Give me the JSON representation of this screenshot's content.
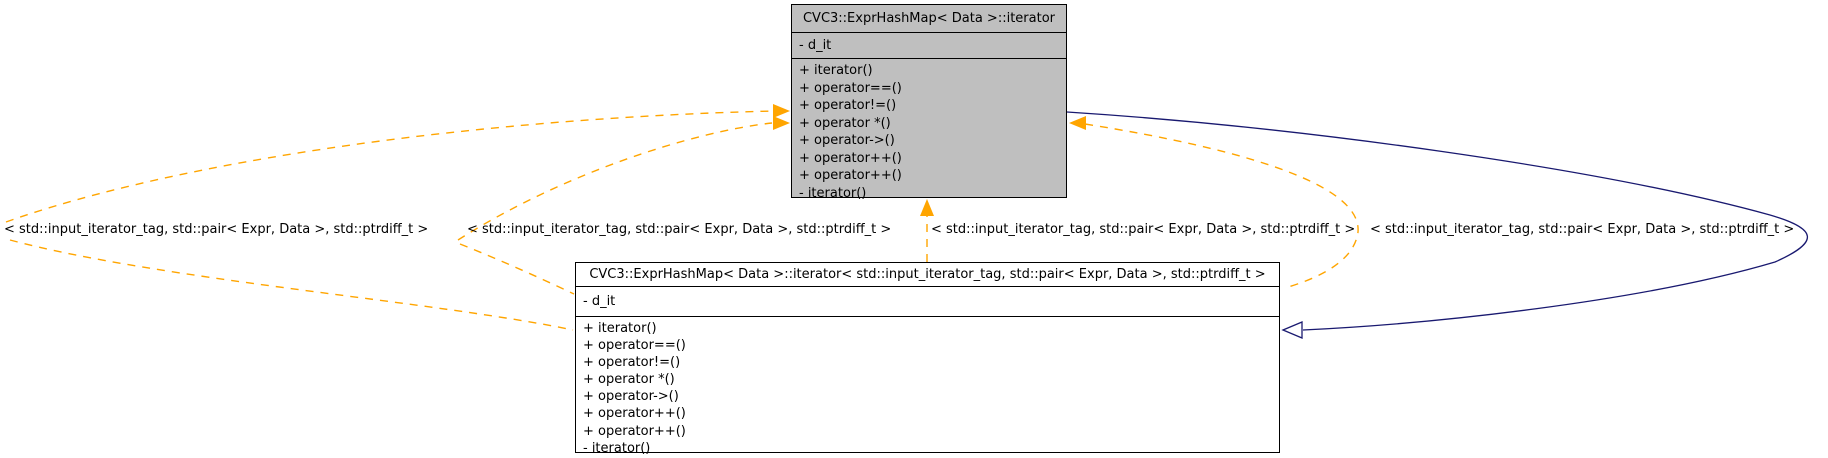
{
  "diagram": {
    "classes": [
      {
        "name": "CVC3::ExprHashMap< Data >::iterator",
        "attributes": [
          "- d_it"
        ],
        "methods": [
          "+ iterator()",
          "+ operator==()",
          "+ operator!=()",
          "+ operator *()",
          "+ operator->()",
          "+ operator++()",
          "+ operator++()",
          "- iterator()"
        ]
      },
      {
        "name": "CVC3::ExprHashMap< Data >::iterator< std::input_iterator_tag, std::pair< Expr, Data >, std::ptrdiff_t >",
        "attributes": [
          "- d_it"
        ],
        "methods": [
          "+ iterator()",
          "+ operator==()",
          "+ operator!=()",
          "+ operator *()",
          "+ operator->()",
          "+ operator++()",
          "+ operator++()",
          "- iterator()"
        ]
      }
    ],
    "edge_labels": [
      "< std::input_iterator_tag, std::pair< Expr, Data >, std::ptrdiff_t >",
      "< std::input_iterator_tag, std::pair< Expr, Data >, std::ptrdiff_t >",
      "< std::input_iterator_tag, std::pair< Expr, Data >, std::ptrdiff_t >",
      "< std::input_iterator_tag, std::pair< Expr, Data >, std::ptrdiff_t >"
    ],
    "colors": {
      "template_edge": "#ffa500",
      "inheritance_edge": "#191970",
      "highlight_node_fill": "#bfbfbf",
      "node_fill": "#ffffff",
      "node_border": "#000000",
      "background": "#ffffff"
    }
  }
}
